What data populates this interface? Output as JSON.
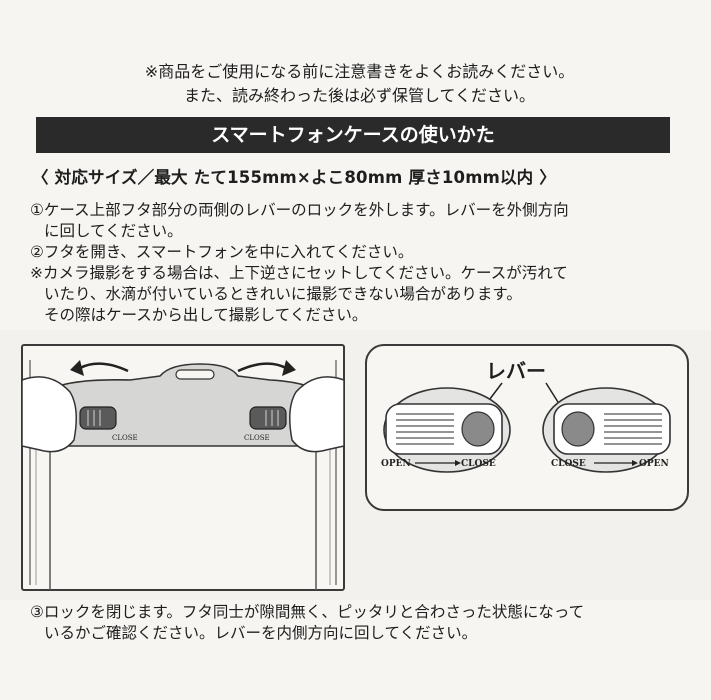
{
  "notice": {
    "line1": "※商品をご使用になる前に注意書きをよくお読みください。",
    "line2": "また、読み終わった後は必ず保管してください。"
  },
  "banner": {
    "title": "スマートフォンケースの使いかた"
  },
  "size_spec": "〈 対応サイズ／最大 たて155mm×よこ80mm 厚さ10mm以内 〉",
  "steps": {
    "s1_line1": "①ケース上部フタ部分の両側のレバーのロックを外します。レバーを外側方向",
    "s1_line2": "に回してください。",
    "s2_line1": "②フタを開き、スマートフォンを中に入れてください。",
    "note_line1": "※カメラ撮影をする場合は、上下逆さにセットしてください。ケースが汚れて",
    "note_line2": "いたり、水滴が付いているときれいに撮影できない場合があります。",
    "note_line3": "その際はケースから出して撮影してください。",
    "s3_line1": "③ロックを閉じます。フタ同士が隙間無く、ピッタリと合わさった状態になって",
    "s3_line2": "いるかご確認ください。レバーを内側方向に回してください。"
  },
  "illustration": {
    "left_lever_label": "CLOSE",
    "right_lever_label": "CLOSE",
    "callout_title": "レバー",
    "lever1_open": "OPEN",
    "lever1_close": "CLOSE",
    "lever2_close": "CLOSE",
    "lever2_open": "OPEN"
  }
}
